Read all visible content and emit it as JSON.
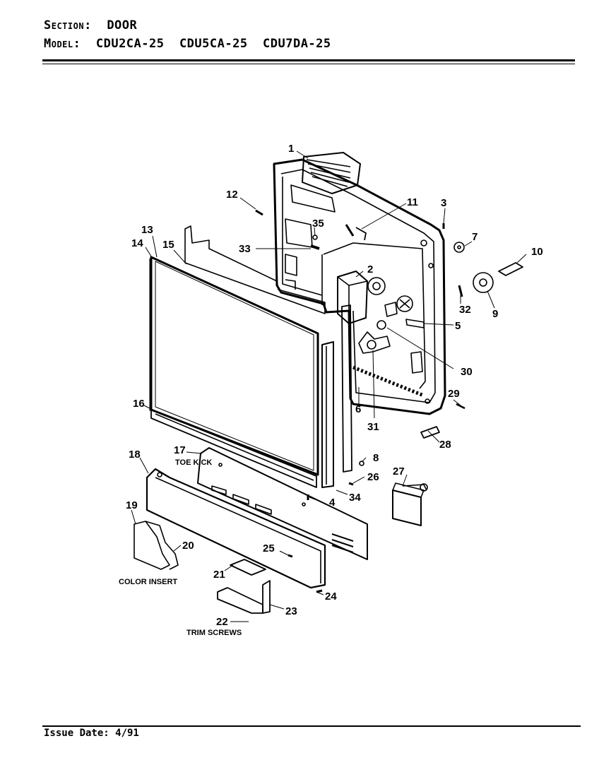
{
  "header": {
    "section_label": "Section:",
    "section_value": "DOOR",
    "model_label": "Model:",
    "models": "CDU2CA-25  CDU5CA-25  CDU7DA-25"
  },
  "footer": {
    "issue_date": "Issue Date: 4/91"
  },
  "callouts": {
    "p1": "1",
    "p2": "2",
    "p3": "3",
    "p4": "4",
    "p5": "5",
    "p6": "6",
    "p7": "7",
    "p8": "8",
    "p9": "9",
    "p10": "10",
    "p11": "11",
    "p12": "12",
    "p13": "13",
    "p14": "14",
    "p15": "15",
    "p16": "16",
    "p17": "17",
    "p18": "18",
    "p19": "19",
    "p20": "20",
    "p21": "21",
    "p22": "22",
    "p23": "23",
    "p24": "24",
    "p25": "25",
    "p26": "26",
    "p27": "27",
    "p28": "28",
    "p29": "29",
    "p30": "30",
    "p31": "31",
    "p32": "32",
    "p33": "33",
    "p34": "34",
    "p35": "35"
  },
  "captions": {
    "toe_kick": "TOE KICK",
    "color_insert": "COLOR INSERT",
    "trim_screws": "TRIM SCREWS"
  }
}
